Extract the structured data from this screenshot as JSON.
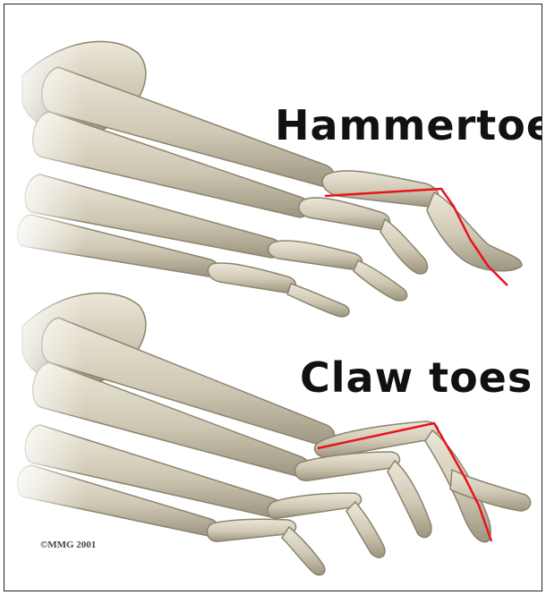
{
  "labels": {
    "top": "Hammertoes",
    "bottom": "Claw toes"
  },
  "copyright": "©MMG 2001",
  "colors": {
    "bone": "#cfc8b4",
    "bone_shadow": "#9c957f",
    "bone_highlight": "#ece7d8",
    "indicator_line": "#e8141a",
    "text": "#111111"
  }
}
